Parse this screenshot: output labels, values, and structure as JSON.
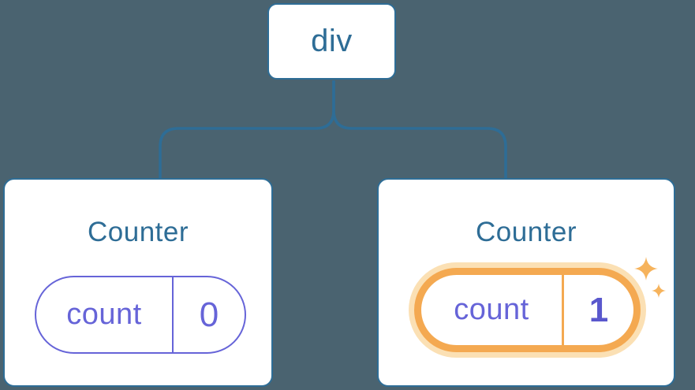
{
  "colors": {
    "background": "#4a6370",
    "line_blue": "#2e6d96",
    "card_bg": "#ffffff",
    "title_blue": "#2e6d96",
    "state_purple": "#6664d8",
    "state_value_bold_purple": "#5a58cd",
    "highlight_orange": "#f4a951",
    "highlight_halo": "#fbe0b4",
    "sparkle_orange": "#f6b35c"
  },
  "diagram": {
    "root_node": {
      "label": "div"
    },
    "components": [
      {
        "title": "Counter",
        "state": {
          "key": "count",
          "value": "0"
        },
        "highlighted": false
      },
      {
        "title": "Counter",
        "state": {
          "key": "count",
          "value": "1"
        },
        "highlighted": true
      }
    ]
  }
}
